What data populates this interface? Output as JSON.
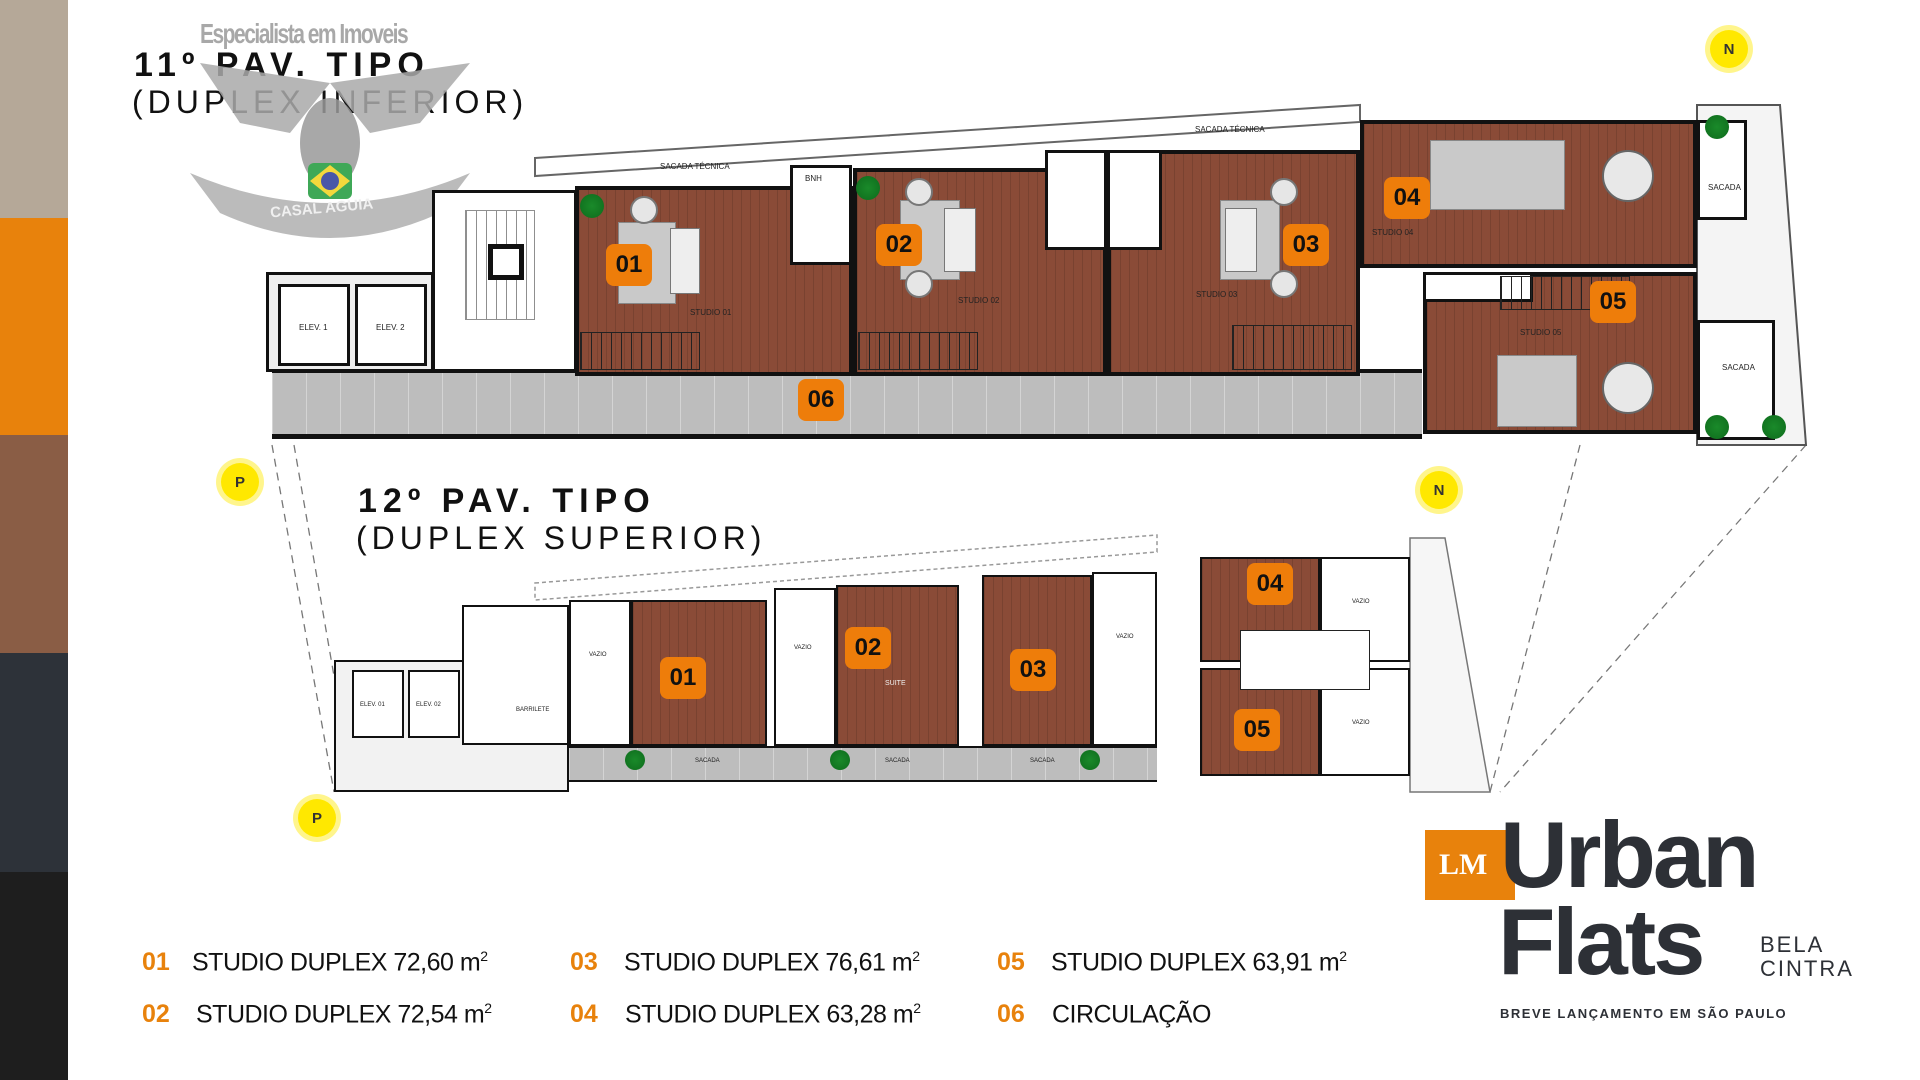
{
  "colors": {
    "accent": "#e8820c",
    "floor": "#8a4b37",
    "corridor": "#bdbdbd",
    "logo_text": "#2d3036",
    "sidebar": [
      "#b5a898",
      "#e8820c",
      "#8a5d45",
      "#2d3239",
      "#1e1e1e"
    ]
  },
  "watermark": {
    "top_text": "Especialista em Imoveis",
    "ribbon_text": "CASAL AGUIA"
  },
  "upper_floor": {
    "title": "11º PAV. TIPO",
    "subtitle": "(DUPLEX INFERIOR)",
    "units": [
      "01",
      "02",
      "03",
      "04",
      "05",
      "06"
    ],
    "labels": {
      "elev1": "ELEV. 1",
      "elev2": "ELEV. 2",
      "sacada_tecnica": "SACADA TÉCNICA",
      "bnh": "BNH",
      "studio01": "STUDIO 01",
      "studio02": "STUDIO 02",
      "studio03": "STUDIO 03",
      "studio04": "STUDIO 04",
      "studio05": "STUDIO 05",
      "sacada": "SACADA"
    }
  },
  "lower_floor": {
    "title": "12º PAV. TIPO",
    "subtitle": "(DUPLEX SUPERIOR)",
    "units": [
      "01",
      "02",
      "03",
      "04",
      "05"
    ],
    "labels": {
      "elev1": "ELEV. 01",
      "elev2": "ELEV. 02",
      "barrilete": "BARRILETE",
      "vazio": "VAZIO",
      "sacada": "SACADA",
      "suite": "SUITE"
    }
  },
  "compass": {
    "north": "N",
    "p": "P"
  },
  "legend": [
    {
      "num": "01",
      "text": "STUDIO DUPLEX 72,60 m",
      "sup": "2"
    },
    {
      "num": "02",
      "text": "STUDIO DUPLEX 72,54 m",
      "sup": "2"
    },
    {
      "num": "03",
      "text": "STUDIO DUPLEX 76,61 m",
      "sup": "2"
    },
    {
      "num": "04",
      "text": "STUDIO DUPLEX 63,28 m",
      "sup": "2"
    },
    {
      "num": "05",
      "text": "STUDIO DUPLEX 63,91 m",
      "sup": "2"
    },
    {
      "num": "06",
      "text": "CIRCULAÇÃO",
      "sup": ""
    }
  ],
  "brand": {
    "mark": "LM",
    "line1": "Urban",
    "line2": "Flats",
    "sub1": "BELA",
    "sub2": "CINTRA",
    "tagline": "BREVE LANÇAMENTO EM SÃO PAULO"
  }
}
